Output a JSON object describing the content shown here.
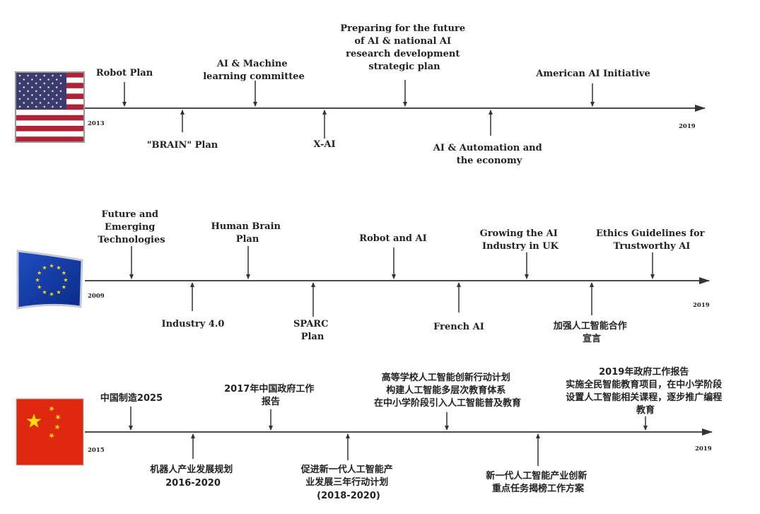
{
  "timelines": [
    {
      "flag": "us-flag",
      "start_year": "2013",
      "end_year": "2019",
      "above": [
        {
          "lines": [
            "Robot Plan"
          ]
        },
        {
          "lines": [
            "AI & Machine",
            "learning committee"
          ]
        },
        {
          "lines": [
            "Preparing for the future",
            "of AI & national AI",
            "research development",
            "strategic plan"
          ]
        },
        {
          "lines": [
            "American AI Initiative"
          ]
        }
      ],
      "below": [
        {
          "lines": [
            "\"BRAIN\" Plan"
          ]
        },
        {
          "lines": [
            "X-AI"
          ]
        },
        {
          "lines": [
            "AI & Automation and",
            "the economy"
          ]
        }
      ]
    },
    {
      "flag": "eu-flag",
      "start_year": "2009",
      "end_year": "2019",
      "above": [
        {
          "lines": [
            "Future and",
            "Emerging",
            "Technologies"
          ]
        },
        {
          "lines": [
            "Human Brain",
            "Plan"
          ]
        },
        {
          "lines": [
            "Robot and AI"
          ]
        },
        {
          "lines": [
            "Growing the AI",
            "Industry in UK"
          ]
        },
        {
          "lines": [
            "Ethics Guidelines for",
            "Trustworthy AI"
          ]
        }
      ],
      "below": [
        {
          "lines": [
            "Industry 4.0"
          ]
        },
        {
          "lines": [
            "SPARC",
            "Plan"
          ]
        },
        {
          "lines": [
            "French AI"
          ]
        },
        {
          "lines": [
            "加强人工智能合作",
            "宣言"
          ]
        }
      ]
    },
    {
      "flag": "china-flag",
      "start_year": "2015",
      "end_year": "2019",
      "above": [
        {
          "lines": [
            "中国制造2025"
          ]
        },
        {
          "lines": [
            "2017年中国政府工作",
            "报告"
          ]
        },
        {
          "lines": [
            "高等学校人工智能创新行动计划",
            "构建人工智能多层次教育体系",
            "在中小学阶段引入人工智能普及教育"
          ]
        },
        {
          "lines": [
            "2019年政府工作报告",
            "实施全民智能教育项目，在中小学阶段",
            "设置人工智能相关课程，逐步推广编程",
            "教育"
          ]
        }
      ],
      "below": [
        {
          "lines": [
            "机器人产业发展规划",
            "2016-2020"
          ]
        },
        {
          "lines": [
            "促进新一代人工智能产",
            "业发展三年行动计划",
            "(2018-2020)"
          ]
        },
        {
          "lines": [
            "新一代人工智能产业创新",
            "重点任务揭榜工作方案"
          ]
        }
      ]
    }
  ]
}
